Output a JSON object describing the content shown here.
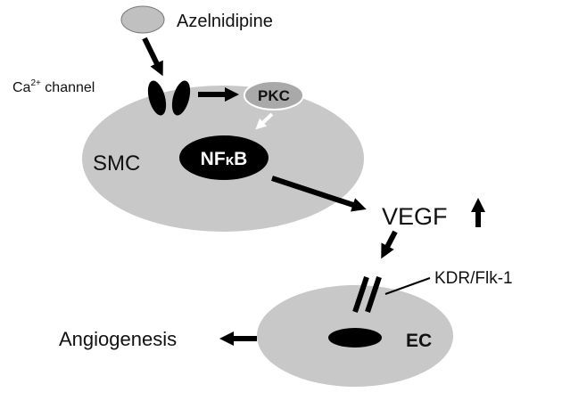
{
  "labels": {
    "drug": "Azelnidipine",
    "channel_prefix": "Ca",
    "channel_superscript": "2+",
    "channel_suffix": " channel",
    "kinase": "PKC",
    "cell_smc": "SMC",
    "factor_prefix": "NF",
    "factor_greek": "κ",
    "factor_suffix": "B",
    "vegf": "VEGF",
    "receptor": "KDR/Flk-1",
    "cell_ec": "EC",
    "outcome": "Angiogenesis"
  },
  "colors": {
    "cell_fill": "#c8c8c8",
    "drug_fill": "#c0c0c0",
    "pkc_fill": "#a9a9a9",
    "dark": "#000000",
    "text": "#111111",
    "background": "#ffffff"
  }
}
